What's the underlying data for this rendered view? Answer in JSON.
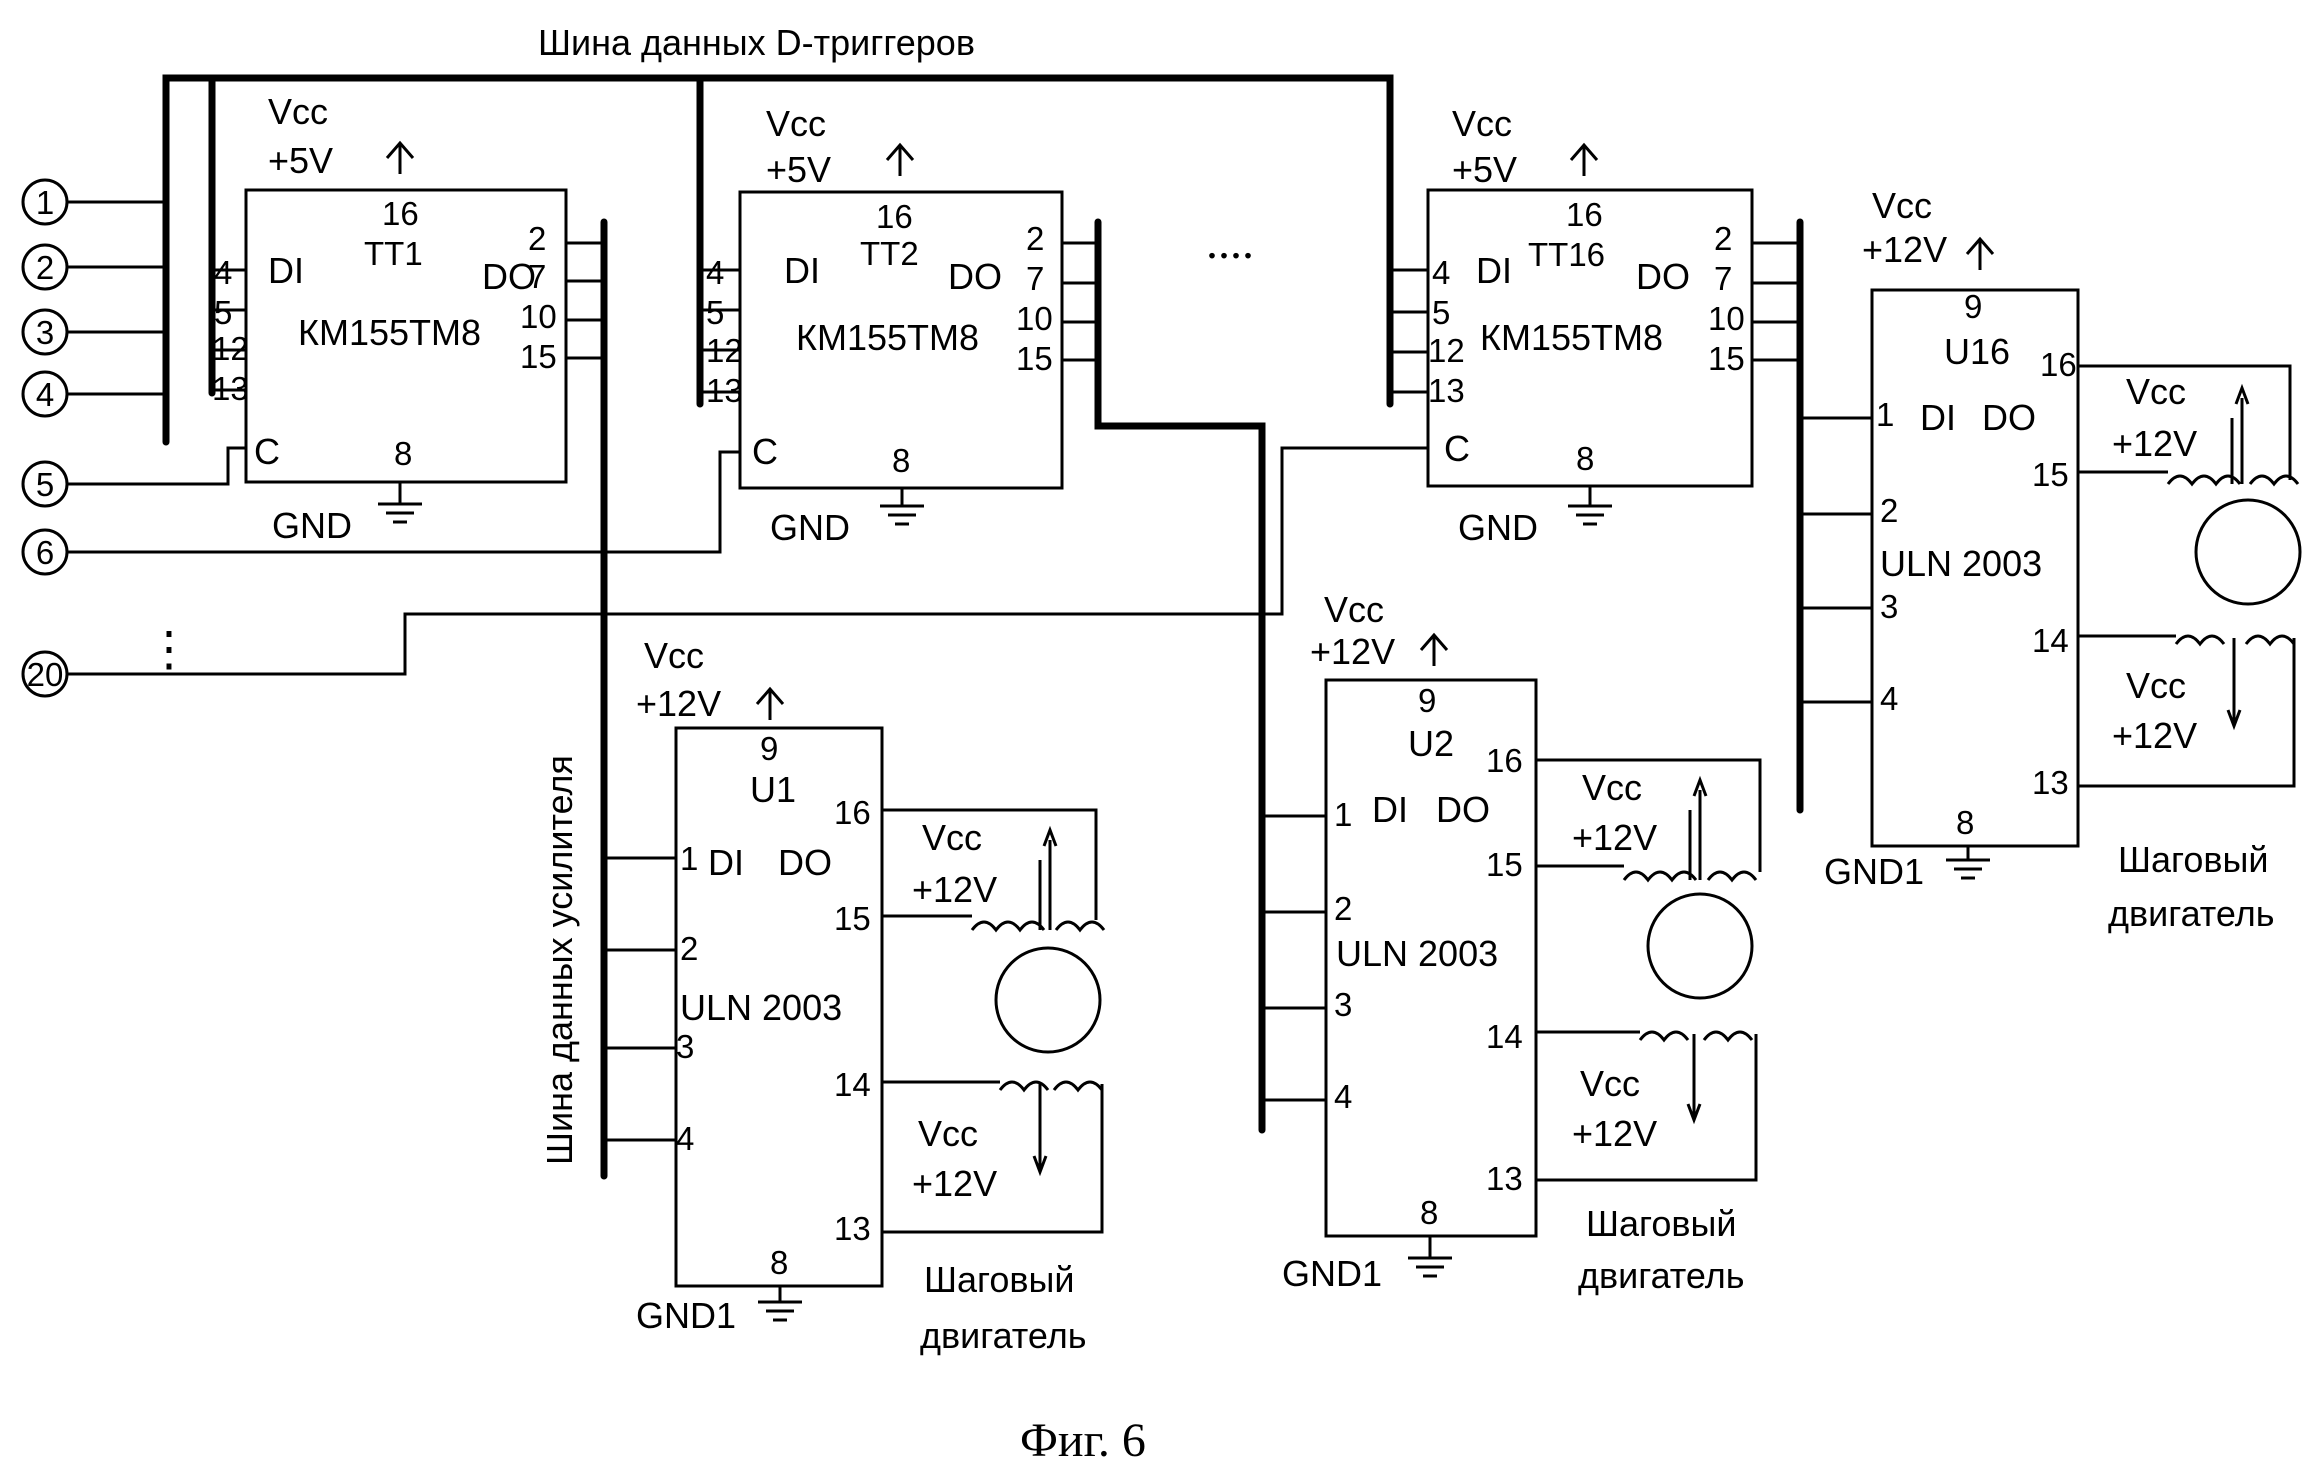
{
  "bus_top_label": "Шина данных  D-триггеров",
  "bus_amp_label": "Шина данных усилителя",
  "caption": "Фиг.  6",
  "inputs": [
    "1",
    "2",
    "3",
    "4",
    "5",
    "6",
    "20"
  ],
  "input_dots": "⋮",
  "mid_dots": "....",
  "triggers": [
    {
      "vcc": "Vcc",
      "volt": "+5V",
      "top_pin": "16",
      "name": "TT1",
      "chip": "КМ155ТМ8",
      "in": "DI",
      "out": "DO",
      "clk": "C",
      "gnd_pin": "8",
      "gnd": "GND",
      "in_pins": [
        "4",
        "5",
        "12",
        "13"
      ],
      "out_pins": [
        "2",
        "7",
        "10",
        "15"
      ]
    },
    {
      "vcc": "Vcc",
      "volt": "+5V",
      "top_pin": "16",
      "name": "TT2",
      "chip": "КМ155ТМ8",
      "in": "DI",
      "out": "DO",
      "clk": "C",
      "gnd_pin": "8",
      "gnd": "GND",
      "in_pins": [
        "4",
        "5",
        "12",
        "13"
      ],
      "out_pins": [
        "2",
        "7",
        "10",
        "15"
      ]
    },
    {
      "vcc": "Vcc",
      "volt": "+5V",
      "top_pin": "16",
      "name": "TT16",
      "chip": "КМ155ТМ8",
      "in": "DI",
      "out": "DO",
      "clk": "C",
      "gnd_pin": "8",
      "gnd": "GND",
      "in_pins": [
        "4",
        "5",
        "12",
        "13"
      ],
      "out_pins": [
        "2",
        "7",
        "10",
        "15"
      ]
    }
  ],
  "drivers": [
    {
      "vcc": "Vcc",
      "volt": "+12V",
      "top_pin": "9",
      "name": "U1",
      "in": "DI",
      "out": "DO",
      "chip": "ULN 2003",
      "gnd_pin": "8",
      "gnd": "GND1",
      "in_pins": [
        "1",
        "2",
        "3",
        "4"
      ],
      "out_pins": [
        "16",
        "15",
        "14",
        "13"
      ],
      "coil_vcc": "Vcc",
      "coil_volt": "+12V",
      "motor_line1": "Шаговый",
      "motor_line2": "двигатель"
    },
    {
      "vcc": "Vcc",
      "volt": "+12V",
      "top_pin": "9",
      "name": "U2",
      "in": "DI",
      "out": "DO",
      "chip": "ULN 2003",
      "gnd_pin": "8",
      "gnd": "GND1",
      "in_pins": [
        "1",
        "2",
        "3",
        "4"
      ],
      "out_pins": [
        "16",
        "15",
        "14",
        "13"
      ],
      "coil_vcc": "Vcc",
      "coil_volt": "+12V",
      "motor_line1": "Шаговый",
      "motor_line2": "двигатель"
    },
    {
      "vcc": "Vcc",
      "volt": "+12V",
      "top_pin": "9",
      "name": "U16",
      "in": "DI",
      "out": "DO",
      "chip": "ULN 2003",
      "gnd_pin": "8",
      "gnd": "GND1",
      "in_pins": [
        "1",
        "2",
        "3",
        "4"
      ],
      "out_pins": [
        "16",
        "15",
        "14",
        "13"
      ],
      "coil_vcc": "Vcc",
      "coil_volt": "+12V",
      "motor_line1": "Шаговый",
      "motor_line2": "двигатель"
    }
  ]
}
